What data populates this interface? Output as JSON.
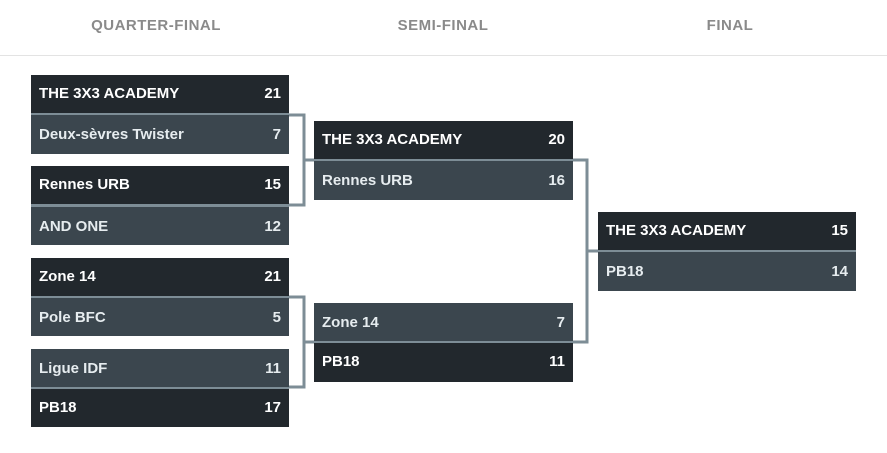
{
  "rounds": [
    {
      "label": "QUARTER-FINAL"
    },
    {
      "label": "SEMI-FINAL"
    },
    {
      "label": "FINAL"
    }
  ],
  "quarter_finals": [
    {
      "team1": {
        "name": "THE 3X3 ACADEMY",
        "score": "21"
      },
      "team2": {
        "name": "Deux-sèvres Twister",
        "score": "7"
      }
    },
    {
      "team1": {
        "name": "Rennes URB",
        "score": "15"
      },
      "team2": {
        "name": "AND ONE",
        "score": "12"
      }
    },
    {
      "team1": {
        "name": "Zone 14",
        "score": "21"
      },
      "team2": {
        "name": "Pole BFC",
        "score": "5"
      }
    },
    {
      "team1": {
        "name": "Ligue IDF",
        "score": "11"
      },
      "team2": {
        "name": "PB18",
        "score": "17"
      }
    }
  ],
  "semi_finals": [
    {
      "team1": {
        "name": "THE 3X3 ACADEMY",
        "score": "20"
      },
      "team2": {
        "name": "Rennes URB",
        "score": "16"
      }
    },
    {
      "team1": {
        "name": "Zone 14",
        "score": "7"
      },
      "team2": {
        "name": "PB18",
        "score": "11"
      }
    }
  ],
  "final": {
    "team1": {
      "name": "THE 3X3 ACADEMY",
      "score": "15"
    },
    "team2": {
      "name": "PB18",
      "score": "14"
    }
  },
  "colors": {
    "winner": "#22282d",
    "loser": "#3b464e",
    "connector": "#7d8d96",
    "round_title": "#8a8a8a"
  }
}
